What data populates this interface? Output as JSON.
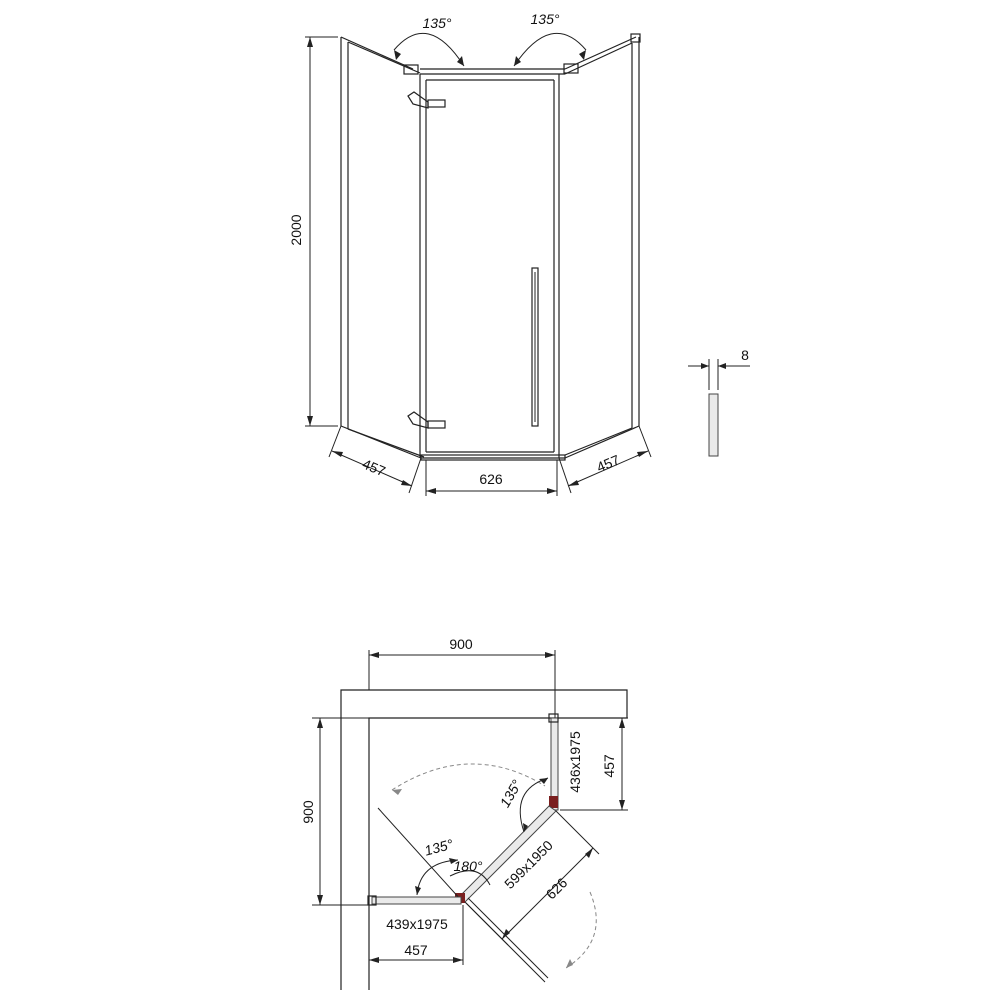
{
  "front_view": {
    "height_label": "2000",
    "left_panel_width_label": "457",
    "door_width_label": "626",
    "right_panel_width_label": "457",
    "left_angle_label": "135°",
    "right_angle_label": "135°",
    "glass_thickness_label": "8"
  },
  "plan_view": {
    "top_width_label": "900",
    "side_depth_label": "900",
    "right_panel_size_label": "436x1975",
    "right_panel_depth_label": "457",
    "door_size_label": "599x1950",
    "door_width_label": "626",
    "left_panel_size_label": "439x1975",
    "left_panel_width_label": "457",
    "angle_right_label": "135°",
    "angle_left_label": "135°",
    "angle_door_label": "180°"
  },
  "colors": {
    "line": "#222222",
    "glass_fill": "#e6e6e6",
    "profile_accent": "#7a1f1f"
  }
}
